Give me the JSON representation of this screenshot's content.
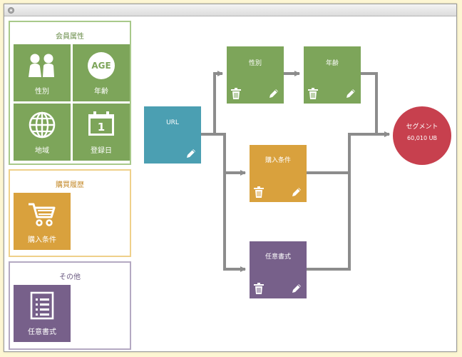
{
  "palette": {
    "groups": [
      {
        "title": "会員属性",
        "color": "#a8c98a",
        "tiles": [
          {
            "label": "性別",
            "icon": "people-icon"
          },
          {
            "label": "年齢",
            "icon": "age-icon",
            "icon_text": "AGE"
          },
          {
            "label": "地域",
            "icon": "globe-icon"
          },
          {
            "label": "登録日",
            "icon": "calendar-icon",
            "icon_text": "1"
          }
        ]
      },
      {
        "title": "購買履歴",
        "color": "#efd08a",
        "tiles": [
          {
            "label": "購入条件",
            "icon": "cart-icon"
          }
        ]
      },
      {
        "title": "その他",
        "color": "#b4a9c2",
        "tiles": [
          {
            "label": "任意書式",
            "icon": "list-doc-icon"
          }
        ]
      }
    ]
  },
  "flow": {
    "nodes": [
      {
        "id": "url",
        "label": "URL",
        "color": "#4b9fb2",
        "icons": [
          "pencil-icon"
        ]
      },
      {
        "id": "gender",
        "label": "性別",
        "color": "#7da55a",
        "icons": [
          "trash-icon",
          "pencil-icon"
        ]
      },
      {
        "id": "age",
        "label": "年齢",
        "color": "#7da55a",
        "icons": [
          "trash-icon",
          "pencil-icon"
        ]
      },
      {
        "id": "purchase",
        "label": "購入条件",
        "color": "#d9a13d",
        "icons": [
          "trash-icon",
          "pencil-icon"
        ]
      },
      {
        "id": "custom",
        "label": "任意書式",
        "color": "#77608a",
        "icons": [
          "trash-icon",
          "pencil-icon"
        ]
      }
    ],
    "segment": {
      "label": "セグメント",
      "value": "60,010 UB",
      "color": "#c7404e"
    },
    "connector_color": "#8c8c8c"
  }
}
